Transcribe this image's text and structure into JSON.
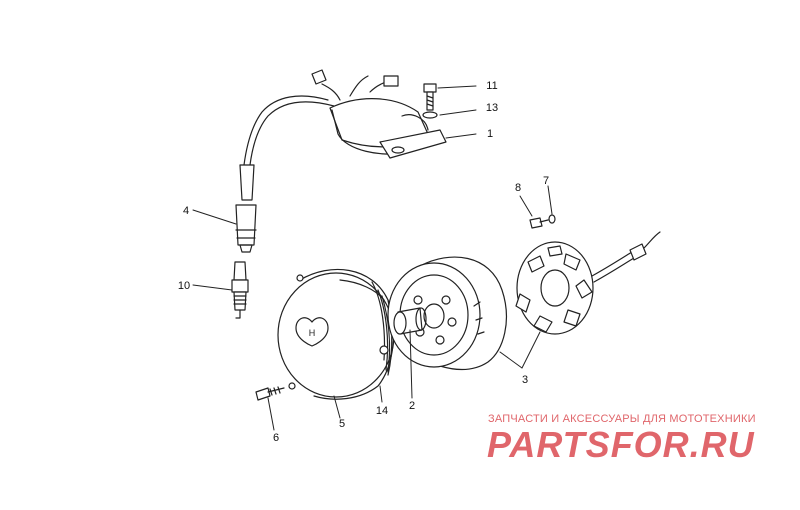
{
  "diagram": {
    "callouts": [
      {
        "id": "p1",
        "label": "1"
      },
      {
        "id": "p2",
        "label": "2"
      },
      {
        "id": "p3",
        "label": "3"
      },
      {
        "id": "p4",
        "label": "4"
      },
      {
        "id": "p5",
        "label": "5"
      },
      {
        "id": "p6",
        "label": "6"
      },
      {
        "id": "p7",
        "label": "7"
      },
      {
        "id": "p8",
        "label": "8"
      },
      {
        "id": "p10",
        "label": "10"
      },
      {
        "id": "p11",
        "label": "11"
      },
      {
        "id": "p13",
        "label": "13"
      },
      {
        "id": "p14",
        "label": "14"
      }
    ]
  },
  "watermark": {
    "caption": "ЗАПЧАСТИ И АКСЕССУАРЫ ДЛЯ МОТОТЕХНИКИ",
    "logo_text": "PARTSFOR.RU",
    "color": "#e0666b"
  },
  "colors": {
    "line": "#222222",
    "background": "#ffffff"
  }
}
